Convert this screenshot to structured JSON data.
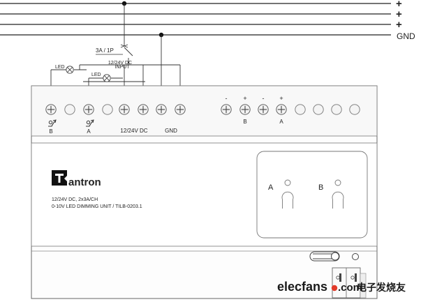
{
  "bus": {
    "rail_labels": [
      "+",
      "+",
      "+",
      "GND"
    ]
  },
  "protection": {
    "breaker_label": "3A / 1P",
    "input_label_line1": "12/24V DC",
    "input_label_line2": "INPUT"
  },
  "outputs": {
    "led_b_label": "LED",
    "led_a_label": "LED"
  },
  "terminals": {
    "out_b_label": "B",
    "out_a_label": "A",
    "supply_label": "12/24V DC",
    "gnd_label": "GND",
    "ctrl_b_minus": "-",
    "ctrl_b_plus": "+",
    "ctrl_a_minus": "-",
    "ctrl_a_plus": "+",
    "ctrl_b_label": "B",
    "ctrl_a_label": "A"
  },
  "device": {
    "brand": "antron",
    "spec_line1": "12/24V DC, 2x3A/CH",
    "spec_line2": "0-10V LED DIMMING UNIT / TILB-0203.1",
    "knob_a_label": "A",
    "knob_b_label": "B"
  },
  "watermark": {
    "site": "elecfans",
    "tld": ".com",
    "cn": "电子发烧友"
  }
}
